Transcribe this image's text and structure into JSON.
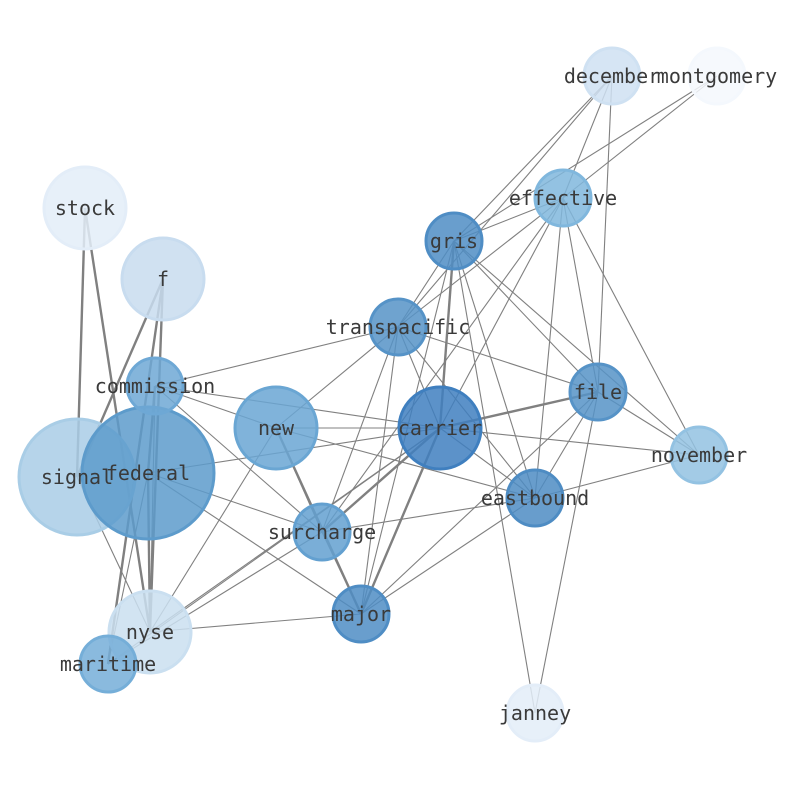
{
  "graph": {
    "nodes": [
      {
        "id": "signal",
        "label": "signal",
        "color": "#a9cde6"
      },
      {
        "id": "federal",
        "label": "federal",
        "color": "#5d9bcb"
      },
      {
        "id": "stock",
        "label": "stock",
        "color": "#e3edf8"
      },
      {
        "id": "f",
        "label": "f",
        "color": "#c8dcef"
      },
      {
        "id": "commission",
        "label": "commission",
        "color": "#6ea8d5"
      },
      {
        "id": "new",
        "label": "new",
        "color": "#6aa6d3"
      },
      {
        "id": "carrier",
        "label": "carrier",
        "color": "#3f7fbf"
      },
      {
        "id": "transpacific",
        "label": "transpacific",
        "color": "#5693c7"
      },
      {
        "id": "gris",
        "label": "gris",
        "color": "#4f8dc4"
      },
      {
        "id": "effective",
        "label": "effective",
        "color": "#80b7dd"
      },
      {
        "id": "december",
        "label": "december",
        "color": "#cfe1f2"
      },
      {
        "id": "montgomery",
        "label": "montgomery",
        "color": "#f4f8fd"
      },
      {
        "id": "file",
        "label": "file",
        "color": "#5693c7"
      },
      {
        "id": "november",
        "label": "november",
        "color": "#93c2e2"
      },
      {
        "id": "eastbound",
        "label": "eastbound",
        "color": "#4e8cc3"
      },
      {
        "id": "surcharge",
        "label": "surcharge",
        "color": "#63a0d0"
      },
      {
        "id": "major",
        "label": "major",
        "color": "#4f8dc4"
      },
      {
        "id": "nyse",
        "label": "nyse",
        "color": "#cadff0"
      },
      {
        "id": "maritime",
        "label": "maritime",
        "color": "#75aed8"
      },
      {
        "id": "janney",
        "label": "janney",
        "color": "#e3edf8"
      }
    ],
    "edges": [
      {
        "source": "stock",
        "target": "signal",
        "weight": 2
      },
      {
        "source": "stock",
        "target": "nyse",
        "weight": 2
      },
      {
        "source": "f",
        "target": "signal",
        "weight": 2
      },
      {
        "source": "f",
        "target": "nyse",
        "weight": 2
      },
      {
        "source": "f",
        "target": "maritime",
        "weight": 2
      },
      {
        "source": "signal",
        "target": "nyse",
        "weight": 1
      },
      {
        "source": "federal",
        "target": "commission",
        "weight": 2
      },
      {
        "source": "federal",
        "target": "nyse",
        "weight": 2
      },
      {
        "source": "federal",
        "target": "maritime",
        "weight": 1
      },
      {
        "source": "federal",
        "target": "surcharge",
        "weight": 1
      },
      {
        "source": "federal",
        "target": "major",
        "weight": 1
      },
      {
        "source": "federal",
        "target": "carrier",
        "weight": 1
      },
      {
        "source": "commission",
        "target": "new",
        "weight": 1
      },
      {
        "source": "commission",
        "target": "transpacific",
        "weight": 1
      },
      {
        "source": "commission",
        "target": "carrier",
        "weight": 1
      },
      {
        "source": "commission",
        "target": "surcharge",
        "weight": 1
      },
      {
        "source": "commission",
        "target": "nyse",
        "weight": 1
      },
      {
        "source": "new",
        "target": "carrier",
        "weight": 1
      },
      {
        "source": "new",
        "target": "transpacific",
        "weight": 1
      },
      {
        "source": "new",
        "target": "eastbound",
        "weight": 1
      },
      {
        "source": "new",
        "target": "surcharge",
        "weight": 1
      },
      {
        "source": "new",
        "target": "major",
        "weight": 2
      },
      {
        "source": "new",
        "target": "nyse",
        "weight": 1
      },
      {
        "source": "carrier",
        "target": "gris",
        "weight": 2
      },
      {
        "source": "carrier",
        "target": "file",
        "weight": 2
      },
      {
        "source": "carrier",
        "target": "major",
        "weight": 2
      },
      {
        "source": "carrier",
        "target": "surcharge",
        "weight": 2
      },
      {
        "source": "carrier",
        "target": "eastbound",
        "weight": 1
      },
      {
        "source": "carrier",
        "target": "november",
        "weight": 1
      },
      {
        "source": "carrier",
        "target": "transpacific",
        "weight": 1
      },
      {
        "source": "carrier",
        "target": "effective",
        "weight": 1
      },
      {
        "source": "carrier",
        "target": "maritime",
        "weight": 1
      },
      {
        "source": "carrier",
        "target": "nyse",
        "weight": 1
      },
      {
        "source": "transpacific",
        "target": "gris",
        "weight": 1
      },
      {
        "source": "transpacific",
        "target": "effective",
        "weight": 1
      },
      {
        "source": "transpacific",
        "target": "file",
        "weight": 1
      },
      {
        "source": "transpacific",
        "target": "eastbound",
        "weight": 1
      },
      {
        "source": "transpacific",
        "target": "surcharge",
        "weight": 1
      },
      {
        "source": "transpacific",
        "target": "major",
        "weight": 1
      },
      {
        "source": "gris",
        "target": "effective",
        "weight": 1
      },
      {
        "source": "gris",
        "target": "december",
        "weight": 1
      },
      {
        "source": "gris",
        "target": "file",
        "weight": 1
      },
      {
        "source": "gris",
        "target": "eastbound",
        "weight": 1
      },
      {
        "source": "gris",
        "target": "november",
        "weight": 1
      },
      {
        "source": "gris",
        "target": "janney",
        "weight": 1
      },
      {
        "source": "gris",
        "target": "major",
        "weight": 1
      },
      {
        "source": "effective",
        "target": "december",
        "weight": 1
      },
      {
        "source": "effective",
        "target": "montgomery",
        "weight": 1
      },
      {
        "source": "effective",
        "target": "file",
        "weight": 1
      },
      {
        "source": "effective",
        "target": "november",
        "weight": 1
      },
      {
        "source": "effective",
        "target": "eastbound",
        "weight": 1
      },
      {
        "source": "effective",
        "target": "surcharge",
        "weight": 1
      },
      {
        "source": "december",
        "target": "file",
        "weight": 1
      },
      {
        "source": "december",
        "target": "transpacific",
        "weight": 1
      },
      {
        "source": "montgomery",
        "target": "gris",
        "weight": 1
      },
      {
        "source": "file",
        "target": "eastbound",
        "weight": 1
      },
      {
        "source": "file",
        "target": "november",
        "weight": 1
      },
      {
        "source": "file",
        "target": "major",
        "weight": 1
      },
      {
        "source": "file",
        "target": "janney",
        "weight": 1
      },
      {
        "source": "november",
        "target": "eastbound",
        "weight": 1
      },
      {
        "source": "eastbound",
        "target": "surcharge",
        "weight": 1
      },
      {
        "source": "eastbound",
        "target": "major",
        "weight": 1
      },
      {
        "source": "surcharge",
        "target": "major",
        "weight": 1
      },
      {
        "source": "surcharge",
        "target": "maritime",
        "weight": 1
      },
      {
        "source": "major",
        "target": "nyse",
        "weight": 1
      }
    ]
  }
}
